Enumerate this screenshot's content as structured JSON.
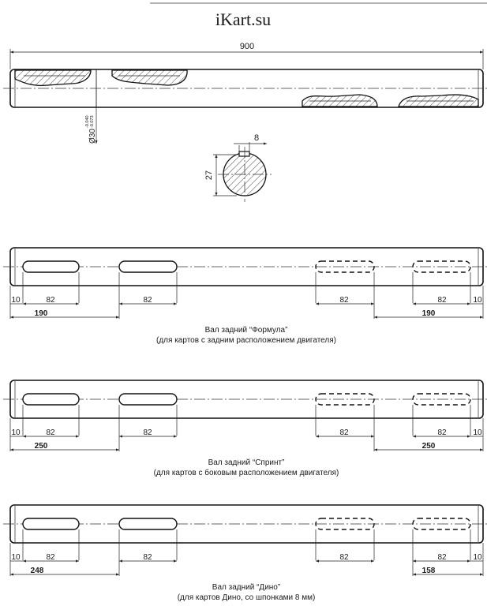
{
  "header": {
    "site": "iKart.su"
  },
  "main_view": {
    "overall_length": "900",
    "diameter_label": "Ø30",
    "tolerance_upper": "-0.040",
    "tolerance_lower": "-0.073"
  },
  "section": {
    "key_width": "8",
    "flat_height": "27"
  },
  "shafts": [
    {
      "caption_title": "Вал задний “Формула”",
      "caption_subtitle": "(для картов с задним расположением двигателя)",
      "dims": {
        "end_left": "10",
        "slot1": "82",
        "slot2": "82",
        "slot3": "82",
        "slot4": "82",
        "end_right": "10",
        "span_left": "190",
        "span_right": "190"
      }
    },
    {
      "caption_title": "Вал задний “Спринт”",
      "caption_subtitle": "(для картов с боковым расположением двигателя)",
      "dims": {
        "end_left": "10",
        "slot1": "82",
        "slot2": "82",
        "slot3": "82",
        "slot4": "82",
        "end_right": "10",
        "span_left": "250",
        "span_right": "250"
      }
    },
    {
      "caption_title": "Вал задний “Дино”",
      "caption_subtitle": "(для картов Дино, со шпонками 8 мм)",
      "dims": {
        "end_left": "10",
        "slot1": "82",
        "slot2": "82",
        "slot3": "82",
        "slot4": "82",
        "end_right": "10",
        "span_left": "248",
        "span_right": "158"
      }
    }
  ]
}
